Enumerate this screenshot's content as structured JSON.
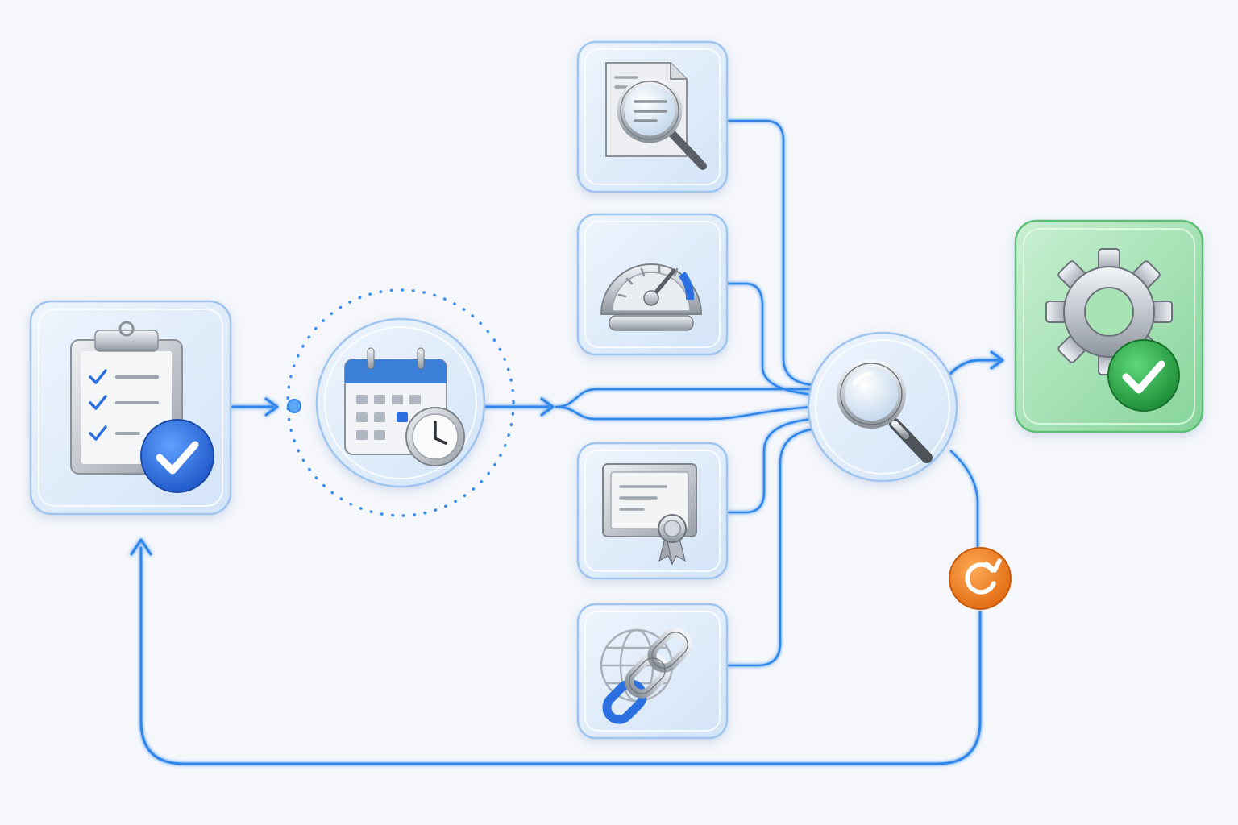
{
  "diagram": {
    "colors": {
      "background": "#f5f7fb",
      "flow_line": "#2f86ea",
      "glass_tile": "#dceaf8",
      "glass_border": "#9fc4ee",
      "success_tile": "#9fdcae",
      "success_badge": "#27a344",
      "check_badge": "#2c6fe0",
      "refresh_badge": "#f07d1a",
      "metal": "#b9bec6"
    },
    "nodes": [
      {
        "id": "checklist",
        "icon": "clipboard-checklist-icon",
        "badge": "checkmark-badge"
      },
      {
        "id": "schedule",
        "icon": "calendar-clock-icon"
      },
      {
        "id": "document-review",
        "icon": "document-search-icon"
      },
      {
        "id": "performance",
        "icon": "speedometer-gauge-icon"
      },
      {
        "id": "certificate",
        "icon": "certificate-ribbon-icon"
      },
      {
        "id": "web-links",
        "icon": "globe-chain-link-icon"
      },
      {
        "id": "analysis-hub",
        "icon": "magnifier-icon"
      },
      {
        "id": "result",
        "icon": "gear-check-icon",
        "badge": "checkmark-badge"
      },
      {
        "id": "loop",
        "icon": "refresh-icon"
      }
    ],
    "edges": [
      {
        "from": "checklist",
        "to": "schedule"
      },
      {
        "from": "schedule",
        "to": "analysis-hub"
      },
      {
        "from": "document-review",
        "to": "analysis-hub"
      },
      {
        "from": "performance",
        "to": "analysis-hub"
      },
      {
        "from": "certificate",
        "to": "analysis-hub"
      },
      {
        "from": "web-links",
        "to": "analysis-hub"
      },
      {
        "from": "analysis-hub",
        "to": "result"
      },
      {
        "from": "analysis-hub",
        "to": "loop"
      },
      {
        "from": "loop",
        "to": "checklist"
      }
    ]
  }
}
